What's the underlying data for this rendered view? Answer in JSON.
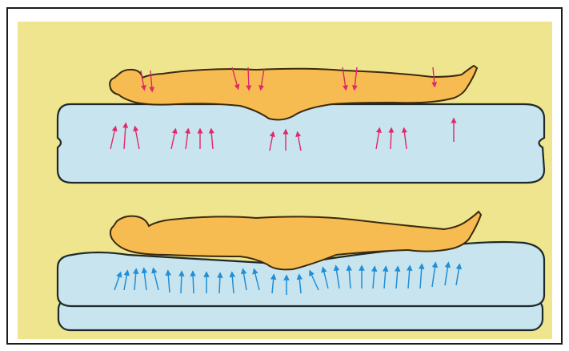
{
  "illustration": {
    "panels": [
      {
        "mattress": "firm",
        "pressure_arrows": "red",
        "pressure_distribution": "concentrated"
      },
      {
        "mattress": "soft",
        "pressure_arrows": "blue",
        "pressure_distribution": "even"
      }
    ],
    "colors": {
      "frame_border": "#1c1c1c",
      "background": "#efe58f",
      "mattress_fill": "#c8e4ee",
      "mattress_outline": "#1e2a2a",
      "body_fill": "#f6bc52",
      "body_outline": "#3a2a10",
      "pressure_arrow_red": "#e0286a",
      "support_arrow_blue": "#1f8fd8"
    }
  }
}
